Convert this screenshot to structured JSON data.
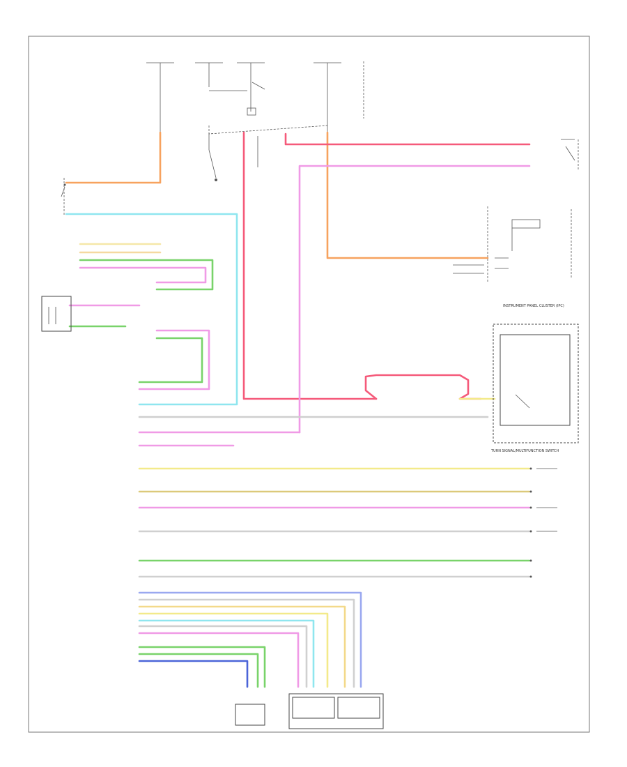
{
  "diagram": {
    "footer_code": "",
    "labels": [
      {
        "id": "center-label-1",
        "text": ""
      },
      {
        "id": "cruise-control-harness-label",
        "text": ""
      },
      {
        "id": "instrument-panel-cluster-label",
        "text": "INSTRUMENT PANEL CLUSTER (IPC)"
      },
      {
        "id": "turn-signal-multifunction-label",
        "text": "TURN SIGNAL/MULTIFUNCTION SWITCH"
      },
      {
        "id": "throttle-body-label",
        "text": ""
      },
      {
        "id": "ecm-label",
        "text": ""
      },
      {
        "id": "accel-pedal-label",
        "text": ""
      },
      {
        "id": "clutch-pedal-label",
        "text": ""
      },
      {
        "id": "transmission-control-module-label",
        "text": ""
      },
      {
        "id": "clutch-start-switch-label",
        "text": ""
      }
    ]
  }
}
